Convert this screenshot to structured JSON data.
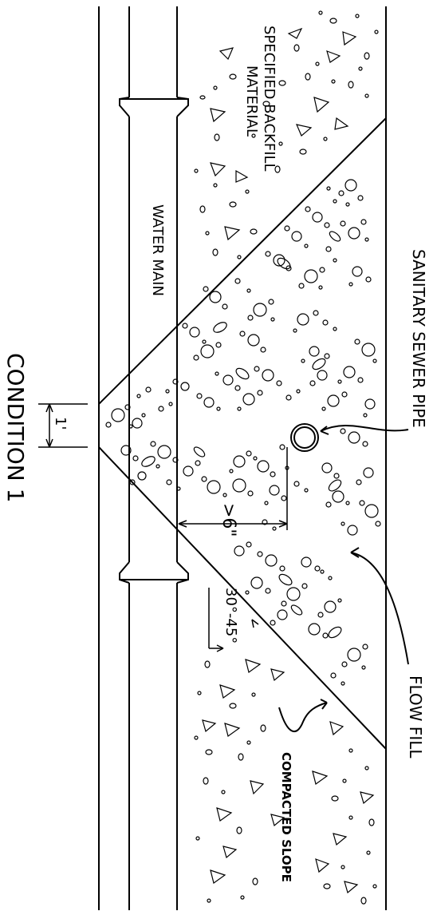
{
  "labels": {
    "sanitary_sewer_pipe": "SANITARY SEWER PIPE",
    "specified_backfill_line1": "SPECIFIED BACKFILL",
    "specified_backfill_line2": "MATERIAL",
    "water_main": "WATER MAIN",
    "flow_fill": "FLOW FILL",
    "compacted_slope": "COMPACTED SLOPE",
    "condition": "CONDITION 1",
    "dim_one_foot": "1'",
    "dim_six_inch": ">6\"",
    "angle_range": "30°-45°"
  },
  "colors": {
    "line": "#000000",
    "background": "#ffffff"
  }
}
